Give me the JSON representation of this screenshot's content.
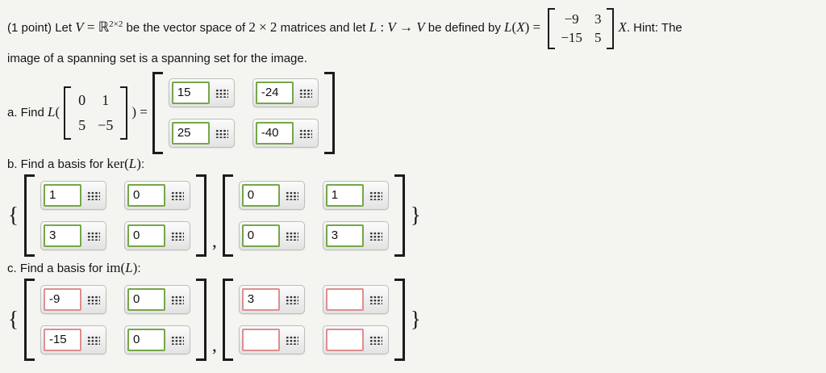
{
  "colors": {
    "correct_border": "#75a748",
    "incorrect_border": "#dd8f8f"
  },
  "header": {
    "point": "(1 point)",
    "t1": " Let ",
    "V": "V",
    "eq": " = ",
    "R": "ℝ",
    "R_sup": "2×2",
    "t2": " be the vector space of ",
    "two_by_two": "2 × 2",
    "t3": " matrices and let ",
    "L": "L",
    "colon": " : ",
    "V2": "V",
    "arrow": " → ",
    "V3": "V",
    "t4": " be defined by ",
    "L2": "L",
    "popen": "(",
    "X": "X",
    "pclose": ")",
    "eq2": " = ",
    "matrix_A": {
      "r1c1": "−9",
      "r1c2": "3",
      "r2c1": "−15",
      "r2c2": "5"
    },
    "X2": "X",
    "t5": ". Hint: The",
    "line2": "image of a spanning set is a spanning set for the image."
  },
  "part_a": {
    "label": "a. Find ",
    "L": "L",
    "popen": "(",
    "arg": {
      "r1c1": "0",
      "r1c2": "1",
      "r2c1": "5",
      "r2c2": "−5"
    },
    "pclose": ")",
    "equals": " =",
    "answers": [
      {
        "value": "15",
        "status": "correct"
      },
      {
        "value": "-24",
        "status": "correct"
      },
      {
        "value": "25",
        "status": "correct"
      },
      {
        "value": "-40",
        "status": "correct"
      }
    ]
  },
  "part_b": {
    "prefix": "b. Find a basis for ",
    "fn": "ker",
    "popen": "(",
    "var": "L",
    "pclose": ")",
    "colon": ":",
    "open_brace": "{",
    "separator": ",",
    "close_brace": "}",
    "matrix1": [
      {
        "value": "1",
        "status": "correct"
      },
      {
        "value": "0",
        "status": "correct"
      },
      {
        "value": "3",
        "status": "correct"
      },
      {
        "value": "0",
        "status": "correct"
      }
    ],
    "matrix2": [
      {
        "value": "0",
        "status": "correct"
      },
      {
        "value": "1",
        "status": "correct"
      },
      {
        "value": "0",
        "status": "correct"
      },
      {
        "value": "3",
        "status": "correct"
      }
    ]
  },
  "part_c": {
    "prefix": "c. Find a basis for ",
    "fn": "im",
    "popen": "(",
    "var": "L",
    "pclose": ")",
    "colon": ":",
    "open_brace": "{",
    "separator": ",",
    "close_brace": "}",
    "matrix1": [
      {
        "value": "-9",
        "status": "incorrect"
      },
      {
        "value": "0",
        "status": "correct"
      },
      {
        "value": "-15",
        "status": "incorrect"
      },
      {
        "value": "0",
        "status": "correct"
      }
    ],
    "matrix2": [
      {
        "value": "3",
        "status": "incorrect"
      },
      {
        "value": "",
        "status": "incorrect"
      },
      {
        "value": "",
        "status": "incorrect"
      },
      {
        "value": "",
        "status": "incorrect"
      }
    ]
  }
}
